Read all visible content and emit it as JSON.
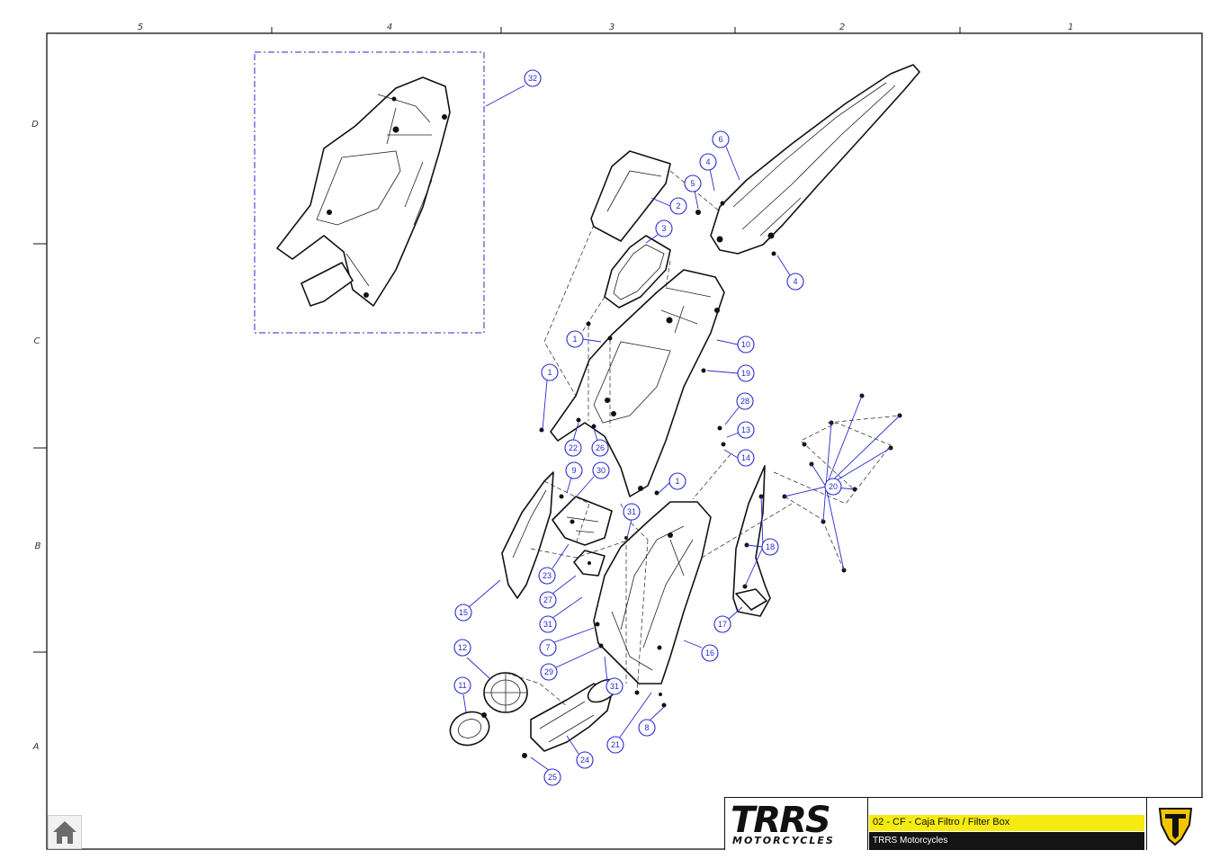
{
  "grid": {
    "columns": [
      "5",
      "4",
      "3",
      "2",
      "1"
    ],
    "rows": [
      "D",
      "C",
      "B",
      "A"
    ]
  },
  "callouts": [
    {
      "id": "c32",
      "label": "32"
    },
    {
      "id": "c6",
      "label": "6"
    },
    {
      "id": "c4a",
      "label": "4"
    },
    {
      "id": "c5",
      "label": "5"
    },
    {
      "id": "c2",
      "label": "2"
    },
    {
      "id": "c3",
      "label": "3"
    },
    {
      "id": "c4b",
      "label": "4"
    },
    {
      "id": "c1a",
      "label": "1"
    },
    {
      "id": "c10",
      "label": "10"
    },
    {
      "id": "c1b",
      "label": "1"
    },
    {
      "id": "c19",
      "label": "19"
    },
    {
      "id": "c28",
      "label": "28"
    },
    {
      "id": "c13",
      "label": "13"
    },
    {
      "id": "c22",
      "label": "22"
    },
    {
      "id": "c26",
      "label": "26"
    },
    {
      "id": "c14",
      "label": "14"
    },
    {
      "id": "c9",
      "label": "9"
    },
    {
      "id": "c30",
      "label": "30"
    },
    {
      "id": "c1c",
      "label": "1"
    },
    {
      "id": "c20",
      "label": "20"
    },
    {
      "id": "c31a",
      "label": "31"
    },
    {
      "id": "c18",
      "label": "18"
    },
    {
      "id": "c23",
      "label": "23"
    },
    {
      "id": "c27",
      "label": "27"
    },
    {
      "id": "c15",
      "label": "15"
    },
    {
      "id": "c31b",
      "label": "31"
    },
    {
      "id": "c17",
      "label": "17"
    },
    {
      "id": "c7",
      "label": "7"
    },
    {
      "id": "c16",
      "label": "16"
    },
    {
      "id": "c12",
      "label": "12"
    },
    {
      "id": "c29",
      "label": "29"
    },
    {
      "id": "c11",
      "label": "11"
    },
    {
      "id": "c31c",
      "label": "31"
    },
    {
      "id": "c8",
      "label": "8"
    },
    {
      "id": "c21",
      "label": "21"
    },
    {
      "id": "c24",
      "label": "24"
    },
    {
      "id": "c25",
      "label": "25"
    }
  ],
  "title_block": {
    "logo_text": "TRRS",
    "logo_subtext": "MOTORCYCLES",
    "title": "02 - CF - Caja Filtro / Filter Box",
    "company": "TRRS Motorcycles"
  },
  "colors": {
    "callout": "#2a2ad0",
    "title_highlight": "#f5ea12",
    "badge": "#f5c400"
  },
  "nav": {
    "home_icon": "home-icon"
  }
}
